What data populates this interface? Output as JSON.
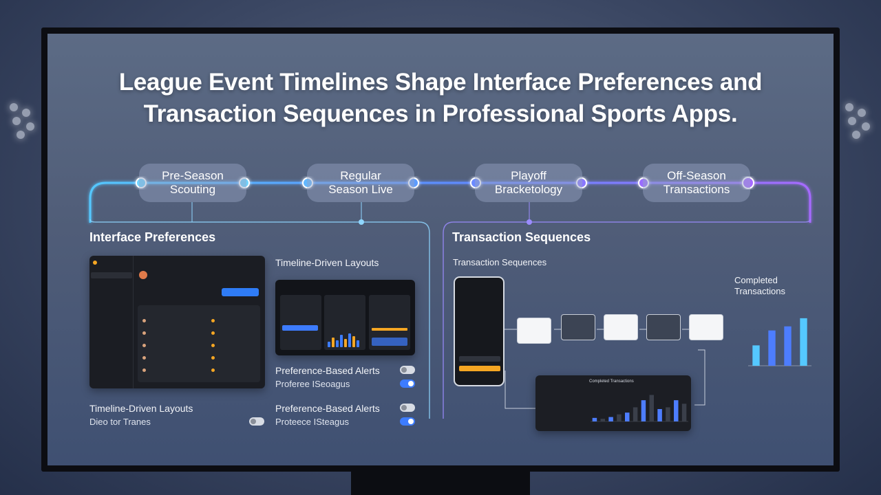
{
  "title": {
    "line1": "League Event Timelines Shape Interface Preferences and",
    "line2": "Transaction Sequences in Professional Sports Apps."
  },
  "timeline": [
    {
      "line1": "Pre-Season",
      "line2": "Scouting"
    },
    {
      "line1": "Regular",
      "line2": "Season Live"
    },
    {
      "line1": "Playoff",
      "line2": "Bracketology"
    },
    {
      "line1": "Off-Season",
      "line2": "Transactions"
    }
  ],
  "interface": {
    "heading": "Interface Preferences",
    "layouts_label": "Timeline-Driven Layouts",
    "alerts1_title": "Preference-Based Alerts",
    "alerts1_sub": "Proferee ISeoagus",
    "alerts2_title": "Preference-Based Alerts",
    "alerts2_sub": "Proteece ISteagus",
    "layouts2_title": "Timeline-Driven Layouts",
    "layouts2_sub": "Dieo tor Tranes"
  },
  "transactions": {
    "heading": "Transaction Sequences",
    "sub_label": "Transaction Sequences",
    "completed_line1": "Completed",
    "completed_line2": "Transactions",
    "panel_title": "Completed Transactions"
  },
  "colors": {
    "cyan": "#55c8ff",
    "blue": "#4d7dff",
    "purple": "#9a63ff",
    "orange": "#f5a623"
  },
  "chart_data": [
    {
      "type": "bar",
      "title": "Completed Transactions",
      "categories": [
        "",
        "",
        "",
        ""
      ],
      "values": [
        30,
        52,
        58,
        70
      ],
      "ylim": [
        0,
        80
      ]
    },
    {
      "type": "bar",
      "title": "Completed Transactions",
      "categories": [
        "",
        "",
        "",
        "",
        "",
        "",
        "",
        "",
        "",
        "",
        "",
        ""
      ],
      "values": [
        4,
        3,
        5,
        8,
        10,
        16,
        24,
        30,
        14,
        16,
        24,
        20
      ],
      "ylim": [
        0,
        35
      ]
    }
  ]
}
